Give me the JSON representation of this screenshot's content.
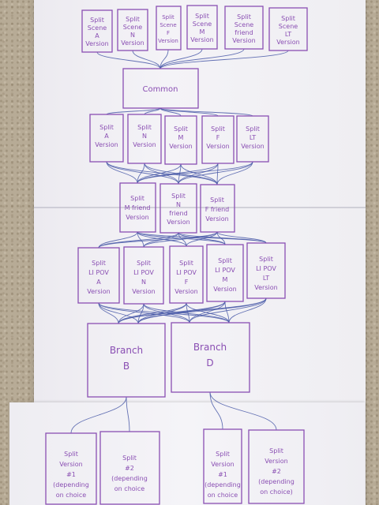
{
  "colors": {
    "ink": "#8a4fb3",
    "wire": "#4a5aa8",
    "paper": "#f1f0f4",
    "carpet": "#b7ab96"
  },
  "nodes": {
    "scene_a": [
      "Split",
      "Scene",
      "A",
      "Version"
    ],
    "scene_n": [
      "Split",
      "Scene",
      "N",
      "Version"
    ],
    "scene_f": [
      "Split",
      "Scene",
      "F",
      "Version"
    ],
    "scene_m": [
      "Split",
      "Scene",
      "M",
      "Version"
    ],
    "scene_friend": [
      "Split",
      "Scene",
      "friend",
      "Version"
    ],
    "scene_lt": [
      "Split",
      "Scene",
      "LT",
      "Version"
    ],
    "common": [
      "Common"
    ],
    "a": [
      "Split",
      "A",
      "Version"
    ],
    "n": [
      "Split",
      "N",
      "Version"
    ],
    "m": [
      "Split",
      "M",
      "Version"
    ],
    "f": [
      "Split",
      "F",
      "Version"
    ],
    "lt": [
      "Split",
      "LT",
      "Version"
    ],
    "m_friend": [
      "Split",
      "M friend",
      "Version"
    ],
    "n_friend": [
      "Split",
      "N",
      "friend",
      "Version"
    ],
    "f_friend": [
      "Split",
      "F friend",
      "Version"
    ],
    "li_a": [
      "Split",
      "LI POV",
      "A",
      "Version"
    ],
    "li_n": [
      "Split",
      "LI POV",
      "N",
      "Version"
    ],
    "li_f": [
      "Split",
      "LI POV",
      "F",
      "Version"
    ],
    "li_m": [
      "Split",
      "LI POV",
      "M",
      "Version"
    ],
    "li_lt": [
      "Split",
      "LI POV",
      "LT",
      "Version"
    ],
    "branch_b": [
      "Branch",
      "B"
    ],
    "branch_d": [
      "Branch",
      "D"
    ],
    "b_v1": [
      "Split",
      "Version",
      "#1",
      "(depending",
      "on choice"
    ],
    "b_v2": [
      "Split",
      "#2",
      "(depending",
      "on choice"
    ],
    "d_v1": [
      "Split",
      "Version",
      "#1",
      "(depending",
      "on choice"
    ],
    "d_v2": [
      "Split",
      "Version",
      "#2",
      "(depending",
      "on choice)"
    ]
  }
}
